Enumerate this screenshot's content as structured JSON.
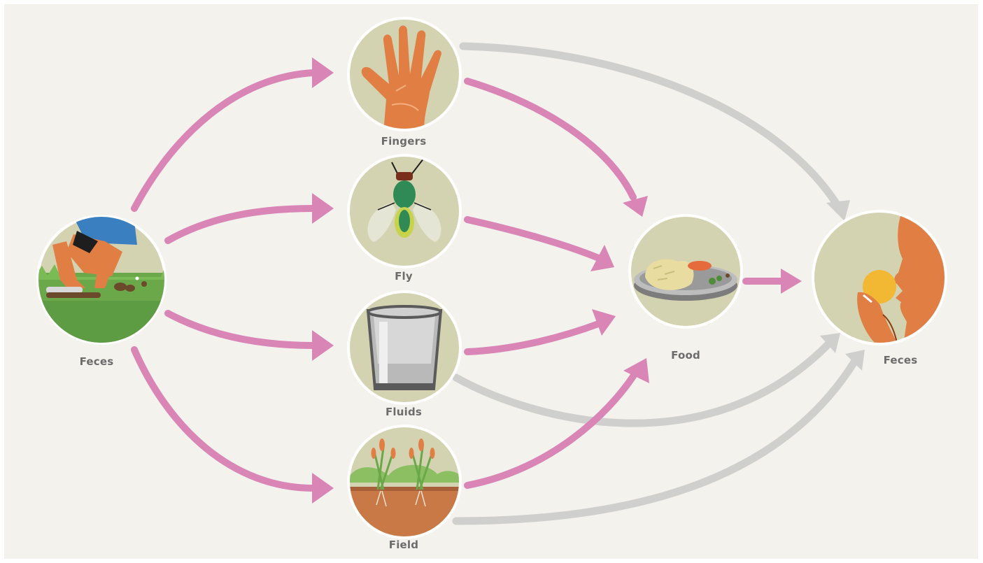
{
  "nodes": {
    "source": {
      "label": "Feces"
    },
    "fingers": {
      "label": "Fingers"
    },
    "fly": {
      "label": "Fly"
    },
    "fluids": {
      "label": "Fluids"
    },
    "field": {
      "label": "Field"
    },
    "food": {
      "label": "Food"
    },
    "host": {
      "label": "Feces"
    }
  },
  "colors": {
    "background": "#f3f2ed",
    "circle_fill": "#d3d3b2",
    "circle_stroke": "#ffffff",
    "arrow_primary": "#d985b6",
    "arrow_secondary": "#cfcfcd",
    "skin": "#e07e44",
    "label": "#6c6c6c"
  },
  "icons": {
    "source": "person-squatting-icon",
    "fingers": "hand-icon",
    "fly": "fly-icon",
    "fluids": "cup-icon",
    "field": "plants-icon",
    "food": "plate-icon",
    "host": "person-eating-icon"
  }
}
